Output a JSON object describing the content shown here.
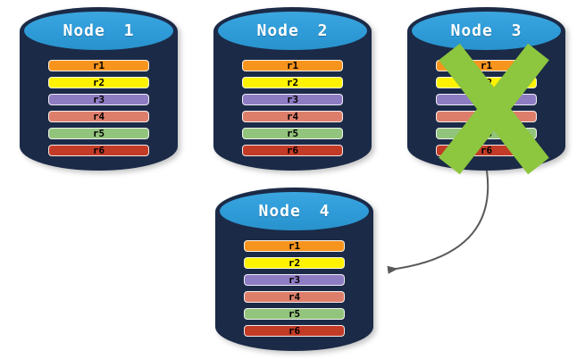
{
  "theme": {
    "background": "#ffffff",
    "cylinder_body": "#1B2A47",
    "cylinder_top": "#2E9BD8",
    "title_text": "#ffffff",
    "row_text": "#000000",
    "x_mark_green": "#8DC63F",
    "arrow_gray": "#595959"
  },
  "nodes": [
    {
      "title": "Node 1",
      "failed": false,
      "rows": [
        {
          "label": "r1",
          "color": "#F7941E"
        },
        {
          "label": "r2",
          "color": "#FFF200"
        },
        {
          "label": "r3",
          "color": "#8E7CC3"
        },
        {
          "label": "r4",
          "color": "#DD7E6B"
        },
        {
          "label": "r5",
          "color": "#93C47D"
        },
        {
          "label": "r6",
          "color": "#C23B27"
        }
      ]
    },
    {
      "title": "Node 2",
      "failed": false,
      "rows": [
        {
          "label": "r1",
          "color": "#F7941E"
        },
        {
          "label": "r2",
          "color": "#FFF200"
        },
        {
          "label": "r3",
          "color": "#8E7CC3"
        },
        {
          "label": "r4",
          "color": "#DD7E6B"
        },
        {
          "label": "r5",
          "color": "#93C47D"
        },
        {
          "label": "r6",
          "color": "#C23B27"
        }
      ]
    },
    {
      "title": "Node 3",
      "failed": true,
      "rows": [
        {
          "label": "r1",
          "color": "#F7941E"
        },
        {
          "label": "r2",
          "color": "#FFF200"
        },
        {
          "label": "r3",
          "color": "#8E7CC3"
        },
        {
          "label": "r4",
          "color": "#DD7E6B"
        },
        {
          "label": "r5",
          "color": "#93C47D"
        },
        {
          "label": "r6",
          "color": "#C23B27"
        }
      ]
    },
    {
      "title": "Node 4",
      "failed": false,
      "rows": [
        {
          "label": "r1",
          "color": "#F7941E"
        },
        {
          "label": "r2",
          "color": "#FFF200"
        },
        {
          "label": "r3",
          "color": "#8E7CC3"
        },
        {
          "label": "r4",
          "color": "#DD7E6B"
        },
        {
          "label": "r5",
          "color": "#93C47D"
        },
        {
          "label": "r6",
          "color": "#C23B27"
        }
      ]
    }
  ]
}
